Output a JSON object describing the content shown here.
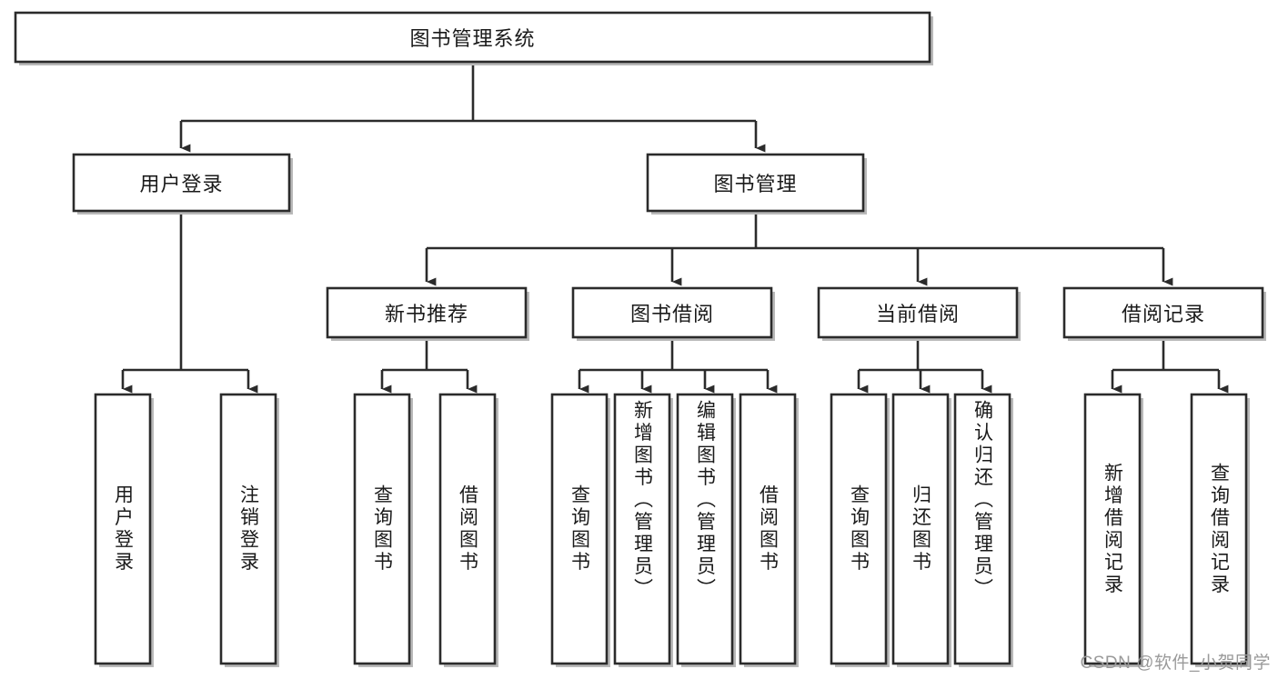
{
  "diagram": {
    "type": "tree-hierarchy",
    "title": "图书管理系统",
    "orientation": "top-down",
    "watermark": "CSDN @软件_小贺同学",
    "colors": {
      "box_fill": "#ffffff",
      "box_stroke": "#2b2b2b",
      "shadow": "#b9b9b9",
      "text": "#1a1a1a",
      "watermark": "#9a9a9a",
      "background": "#ffffff"
    },
    "root": {
      "label": "图书管理系统"
    },
    "level1": [
      {
        "label": "用户登录"
      },
      {
        "label": "图书管理"
      }
    ],
    "level2": [
      {
        "label": "新书推荐"
      },
      {
        "label": "图书借阅"
      },
      {
        "label": "当前借阅"
      },
      {
        "label": "借阅记录"
      }
    ],
    "leaves": {
      "user_login": [
        {
          "label": "用户登录"
        },
        {
          "label": "注销登录"
        }
      ],
      "new_book_recommend": [
        {
          "label": "查询图书"
        },
        {
          "label": "借阅图书"
        }
      ],
      "book_borrow": [
        {
          "label": "查询图书"
        },
        {
          "label": "新增图书（管理员）"
        },
        {
          "label": "编辑图书（管理员）"
        },
        {
          "label": "借阅图书"
        }
      ],
      "current_borrow": [
        {
          "label": "查询图书"
        },
        {
          "label": "归还图书"
        },
        {
          "label": "确认归还（管理员）"
        }
      ],
      "borrow_record": [
        {
          "label": "新增借阅记录"
        },
        {
          "label": "查询借阅记录"
        }
      ]
    }
  }
}
